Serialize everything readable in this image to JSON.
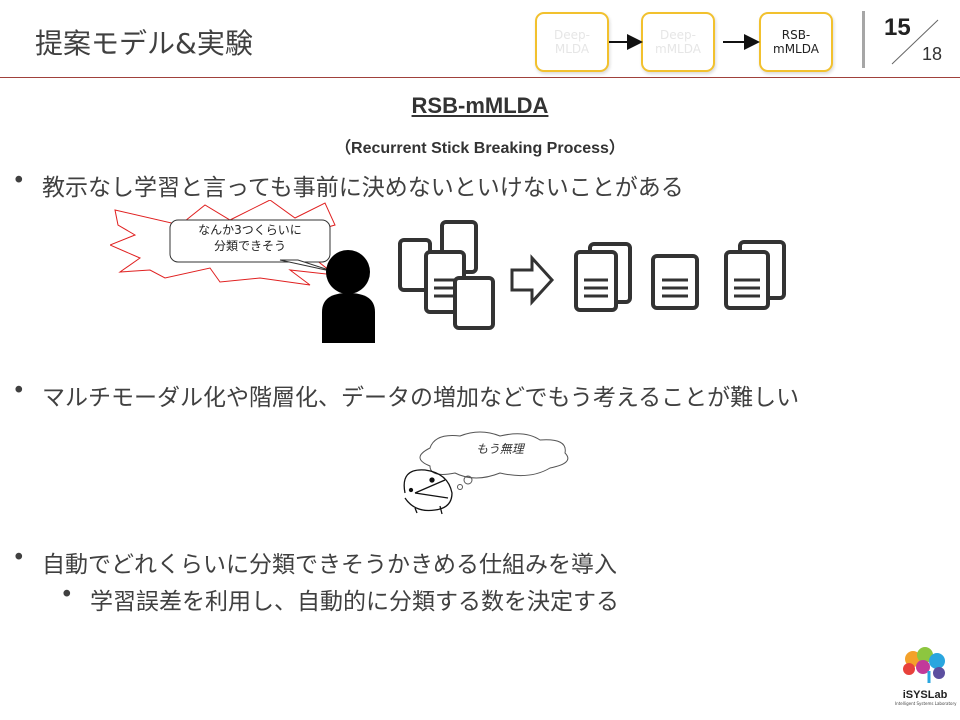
{
  "header": {
    "title": "提案モデル&実験",
    "flow": [
      "Deep-\nMLDA",
      "Deep-\nmMLDA",
      "RSB-\nmMLDA"
    ],
    "page": "15",
    "total": "18"
  },
  "heading": "RSB-mMLDA",
  "subtitle": "（Recurrent Stick Breaking Process）",
  "bullets": [
    "教示なし学習と言っても事前に決めないといけないことがある",
    "マルチモーダル化や階層化、データの増加などでもう考えることが難しい",
    "自動でどれくらいに分類できそうかきめる仕組みを導入"
  ],
  "sub_bullets": [
    "学習誤差を利用し、自動的に分類する数を決定する"
  ],
  "speech": "なんか3つくらいに\n分類できそう",
  "thought": "もう無理",
  "logo": {
    "name": "iSYSLab",
    "tagline": "Intelligent Systems Laboratory"
  },
  "colors": {
    "accent": "#a0413b",
    "flow_border": "#f2c12e",
    "burst": "#e02020"
  }
}
